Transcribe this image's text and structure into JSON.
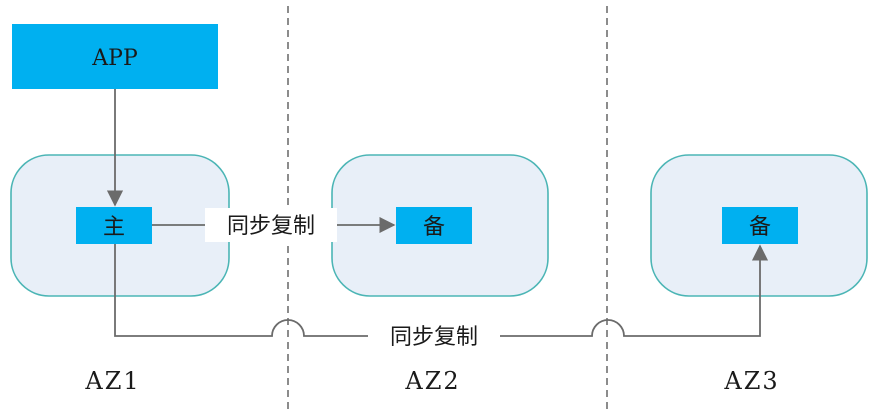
{
  "app_label": "APP",
  "zones": [
    {
      "label": "AZ1",
      "node": "主"
    },
    {
      "label": "AZ2",
      "node": "备"
    },
    {
      "label": "AZ3",
      "node": "备"
    }
  ],
  "replication_label_1": "同步复制",
  "replication_label_2": "同步复制",
  "colors": {
    "accent": "#00b0f0",
    "zone_fill": "#e8eff8",
    "zone_border": "#4bb5b5",
    "line": "#707070",
    "divider": "#707070"
  }
}
